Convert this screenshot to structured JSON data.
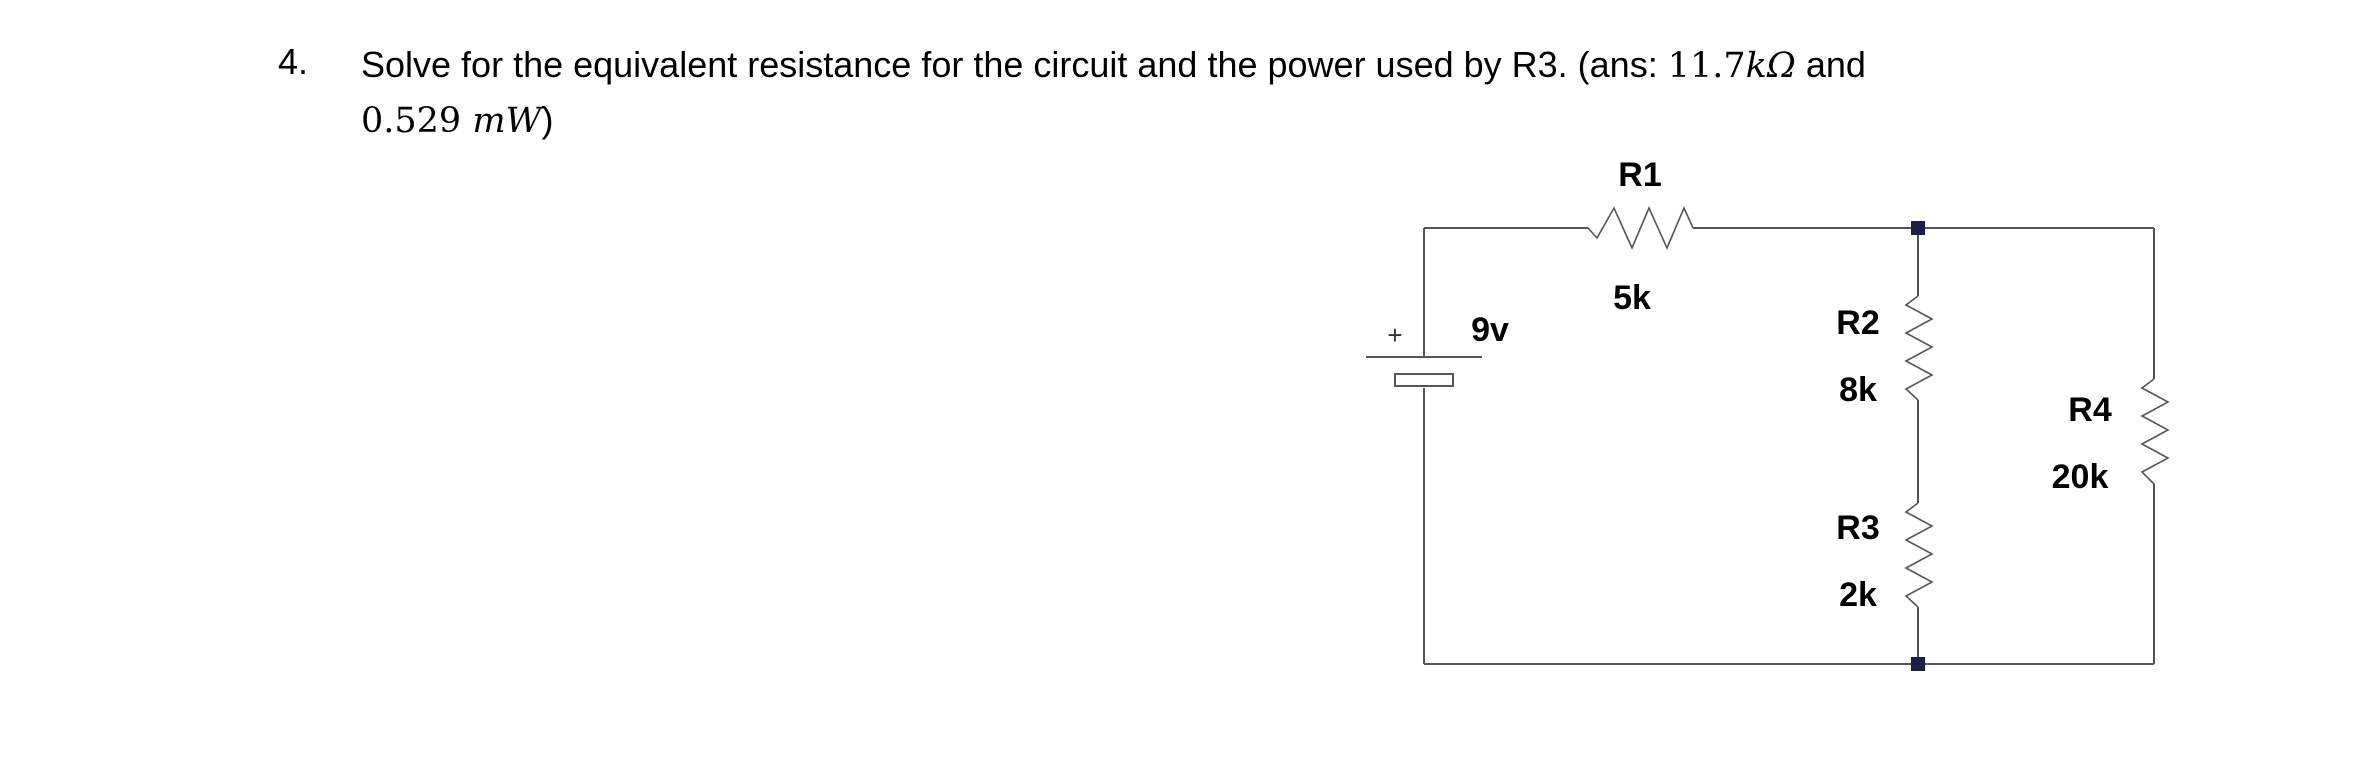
{
  "problem": {
    "number": "4.",
    "text_before": "Solve for the equivalent resistance for the circuit and the power used by R3. (ans: ",
    "ans1_value": "11.7",
    "ans1_unit": "kΩ",
    "ans_joiner": " and",
    "ans2_value": "0.529 ",
    "ans2_unit": "mW",
    "text_after": ")"
  },
  "circuit": {
    "source": {
      "label": "9v",
      "polarity": "+"
    },
    "resistors": [
      {
        "name": "R1",
        "value": "5k"
      },
      {
        "name": "R2",
        "value": "8k"
      },
      {
        "name": "R3",
        "value": "2k"
      },
      {
        "name": "R4",
        "value": "20k"
      }
    ],
    "colors": {
      "wire": "#555555",
      "node": "#1a1f4a"
    }
  }
}
